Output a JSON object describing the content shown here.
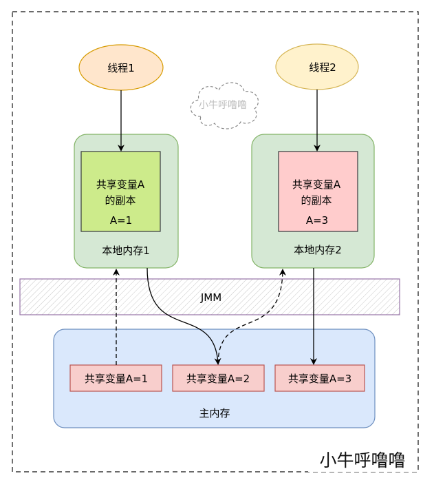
{
  "threads": [
    {
      "label": "线程1",
      "fill": "#ffe6cc",
      "stroke": "#d79b00"
    },
    {
      "label": "线程2",
      "fill": "#fff2cc",
      "stroke": "#d6b656"
    }
  ],
  "cloud_label": "小牛呼噜噜",
  "local_memories": [
    {
      "label": "本地内存1",
      "copy_lines": [
        "共享变量A",
        "的副本",
        "A=1"
      ],
      "copy_fill": "#cdeb8b",
      "copy_stroke": "#36393d"
    },
    {
      "label": "本地内存2",
      "copy_lines": [
        "共享变量A",
        "的副本",
        "A=3"
      ],
      "copy_fill": "#ffcccc",
      "copy_stroke": "#36393d"
    }
  ],
  "jmm_label": "JMM",
  "main_memory": {
    "label": "主内存",
    "variables": [
      "共享变量A=1",
      "共享变量A=2",
      "共享变量A=3"
    ]
  },
  "watermark": "小牛呼噜噜",
  "colors": {
    "local_fill": "#d5e8d4",
    "local_stroke": "#82b366",
    "main_fill": "#dae8fc",
    "main_stroke": "#6c8ebf",
    "var_fill": "#f8cecc",
    "var_stroke": "#b85450",
    "jmm_stroke": "#9673a6"
  }
}
